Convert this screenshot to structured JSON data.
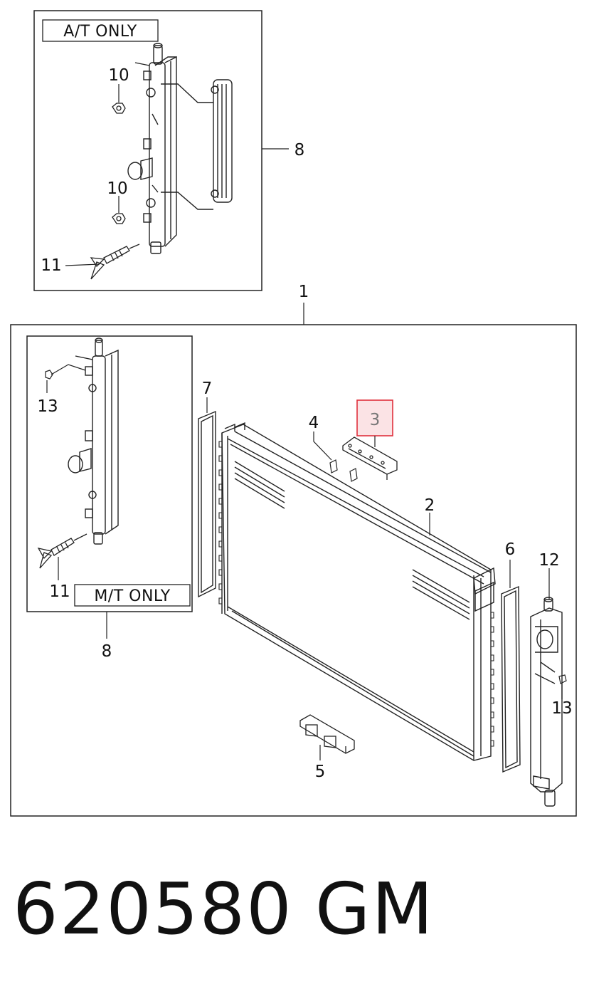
{
  "diagram": {
    "at_box_label": "A/T  ONLY",
    "mt_box_label": "M/T  ONLY",
    "callouts": {
      "c1": "1",
      "c2": "2",
      "c3": "3",
      "c4": "4",
      "c5": "5",
      "c6": "6",
      "c7": "7",
      "c8_top": "8",
      "c8_bottom": "8",
      "c10_upper": "10",
      "c10_lower": "10",
      "c11_top": "11",
      "c11_bottom": "11",
      "c12": "12",
      "c13_left": "13",
      "c13_right": "13"
    },
    "highlight_color": "#e0303c",
    "highlight_fill": "#fbe3e5"
  },
  "footer": {
    "part_number": "620580",
    "brand": "GM"
  }
}
